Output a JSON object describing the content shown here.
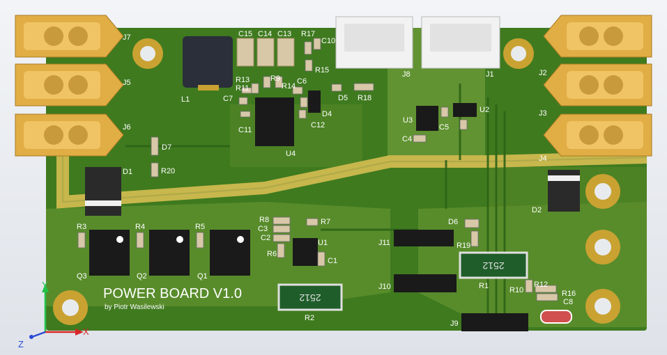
{
  "board": {
    "title": "POWER BOARD V1.0",
    "author": "by Piotr Wasilewski",
    "colors": {
      "board": "#3f7a1f",
      "board_light": "#6f9c35",
      "trace": "#cfc24a",
      "pad_gold": "#c9a232",
      "connector": "#e3b04a",
      "chip": "#1a1a1a"
    }
  },
  "axes": {
    "x": "X",
    "y": "Y",
    "z": "Z"
  },
  "connectors": {
    "J1": "J1",
    "J2": "J2",
    "J3": "J3",
    "J4": "J4",
    "J5": "J5",
    "J6": "J6",
    "J7": "J7",
    "J8": "J8",
    "J9": "J9",
    "J10": "J10",
    "J11": "J11"
  },
  "components": {
    "L1": "L1",
    "U1": "U1",
    "U2": "U2",
    "U3": "U3",
    "U4": "U4",
    "D1": "D1",
    "D2": "D2",
    "D4": "D4",
    "D5": "D5",
    "D6": "D6",
    "D7": "D7",
    "Q1": "Q1",
    "Q2": "Q2",
    "Q3": "Q3",
    "R1": "R1",
    "R2": "R2",
    "R3": "R3",
    "R4": "R4",
    "R5": "R5",
    "R6": "R6",
    "R7": "R7",
    "R8": "R8",
    "R9": "R9",
    "R10": "R10",
    "R11": "R11",
    "R12": "R12",
    "R13": "R13",
    "R14": "R14",
    "R15": "R15",
    "R16": "R16",
    "R17": "R17",
    "R18": "R18",
    "R19": "R19",
    "R20": "R20",
    "C1": "C1",
    "C2": "C2",
    "C3": "C3",
    "C4": "C4",
    "C5": "C5",
    "C6": "C6",
    "C7": "C7",
    "C8": "C8",
    "C10": "C10",
    "C11": "C11",
    "C12": "C12",
    "C13": "C13",
    "C14": "C14",
    "C15": "C15"
  },
  "resistor_marking": "2512"
}
